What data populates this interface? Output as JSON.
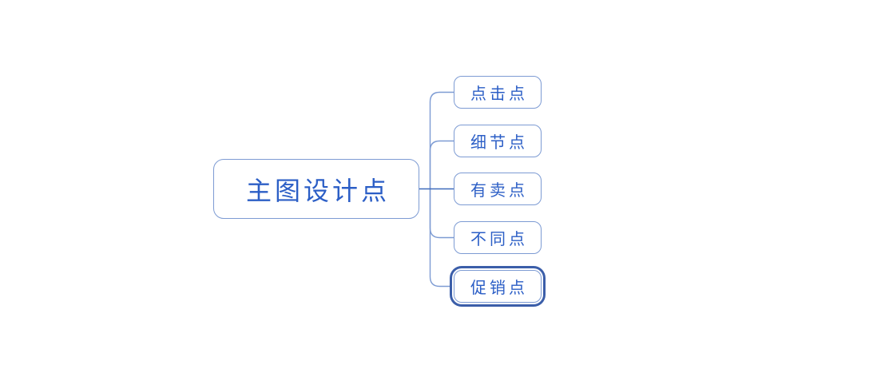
{
  "diagram": {
    "type": "mindmap",
    "layout": "logic-chart-right",
    "root": {
      "label": "主图设计点",
      "selected": false
    },
    "children": [
      {
        "label": "点击点",
        "selected": false
      },
      {
        "label": "细节点",
        "selected": false
      },
      {
        "label": "有卖点",
        "selected": false
      },
      {
        "label": "不同点",
        "selected": false
      },
      {
        "label": "促销点",
        "selected": true
      }
    ]
  },
  "colors": {
    "background": "#ffffff",
    "node_border": "#7d9bd3",
    "node_text": "#2b5ec6",
    "connector": "#7d9bd3",
    "connector_main": "#3f6bbb",
    "selection_ring": "#3b5ea9"
  }
}
